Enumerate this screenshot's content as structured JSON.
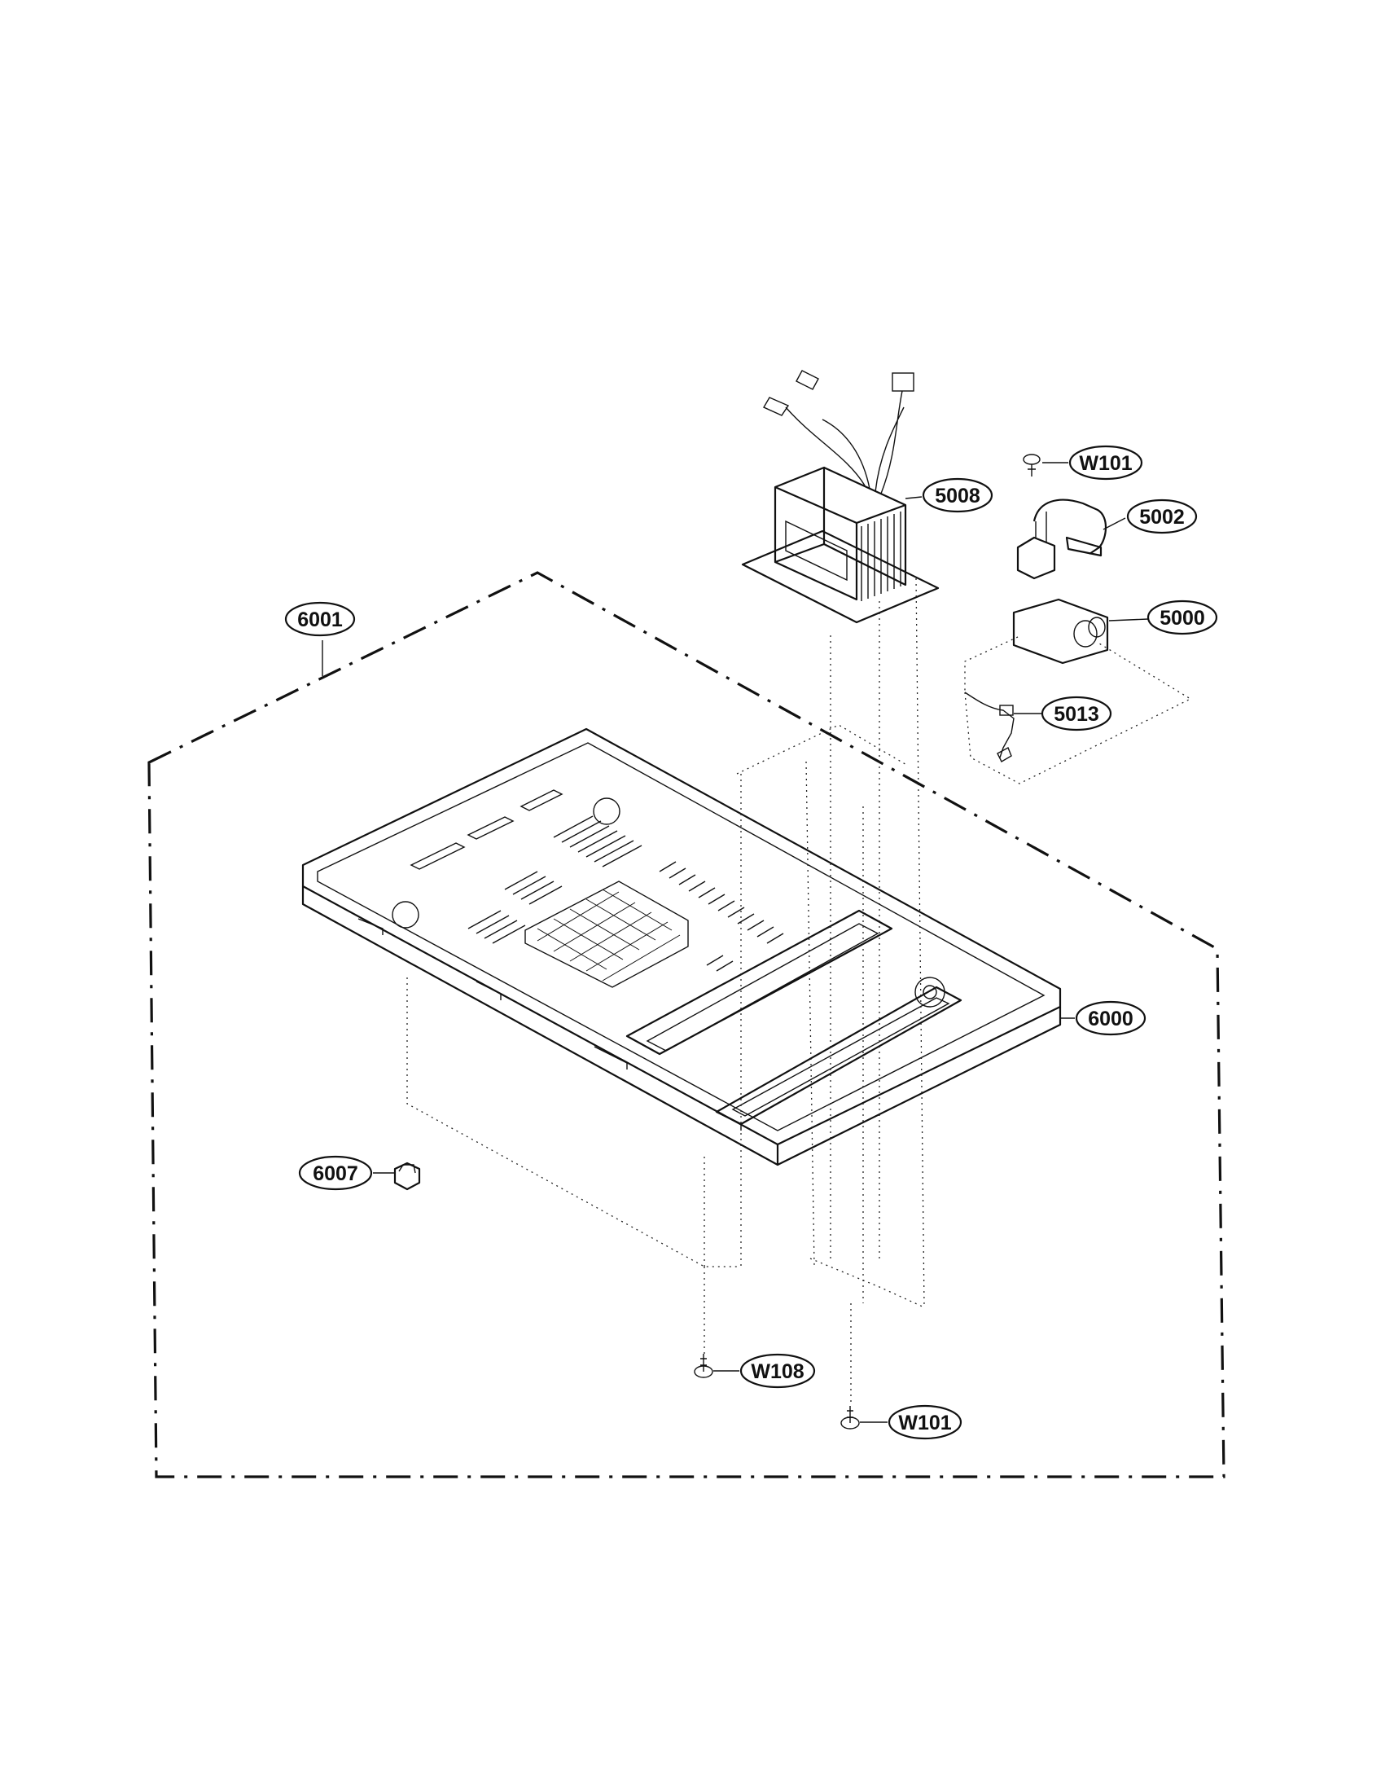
{
  "diagram": {
    "callouts": [
      {
        "id": "c-5008",
        "label": "5008"
      },
      {
        "id": "c-w101-top",
        "label": "W101"
      },
      {
        "id": "c-5002",
        "label": "5002"
      },
      {
        "id": "c-5000",
        "label": "5000"
      },
      {
        "id": "c-5013",
        "label": "5013"
      },
      {
        "id": "c-6001",
        "label": "6001"
      },
      {
        "id": "c-6000",
        "label": "6000"
      },
      {
        "id": "c-6007",
        "label": "6007"
      },
      {
        "id": "c-w108",
        "label": "W108"
      },
      {
        "id": "c-w101-bottom",
        "label": "W101"
      }
    ],
    "parts": [
      {
        "id": "transformer",
        "callout": "5008"
      },
      {
        "id": "screw-top",
        "callout": "W101"
      },
      {
        "id": "capacitor-bracket",
        "callout": "5002"
      },
      {
        "id": "capacitor",
        "callout": "5000"
      },
      {
        "id": "diode",
        "callout": "5013"
      },
      {
        "id": "base-plate-assembly",
        "callout": "6001"
      },
      {
        "id": "base-plate",
        "callout": "6000"
      },
      {
        "id": "foot",
        "callout": "6007"
      },
      {
        "id": "screw-w108",
        "callout": "W108"
      },
      {
        "id": "screw-bottom",
        "callout": "W101"
      }
    ]
  }
}
